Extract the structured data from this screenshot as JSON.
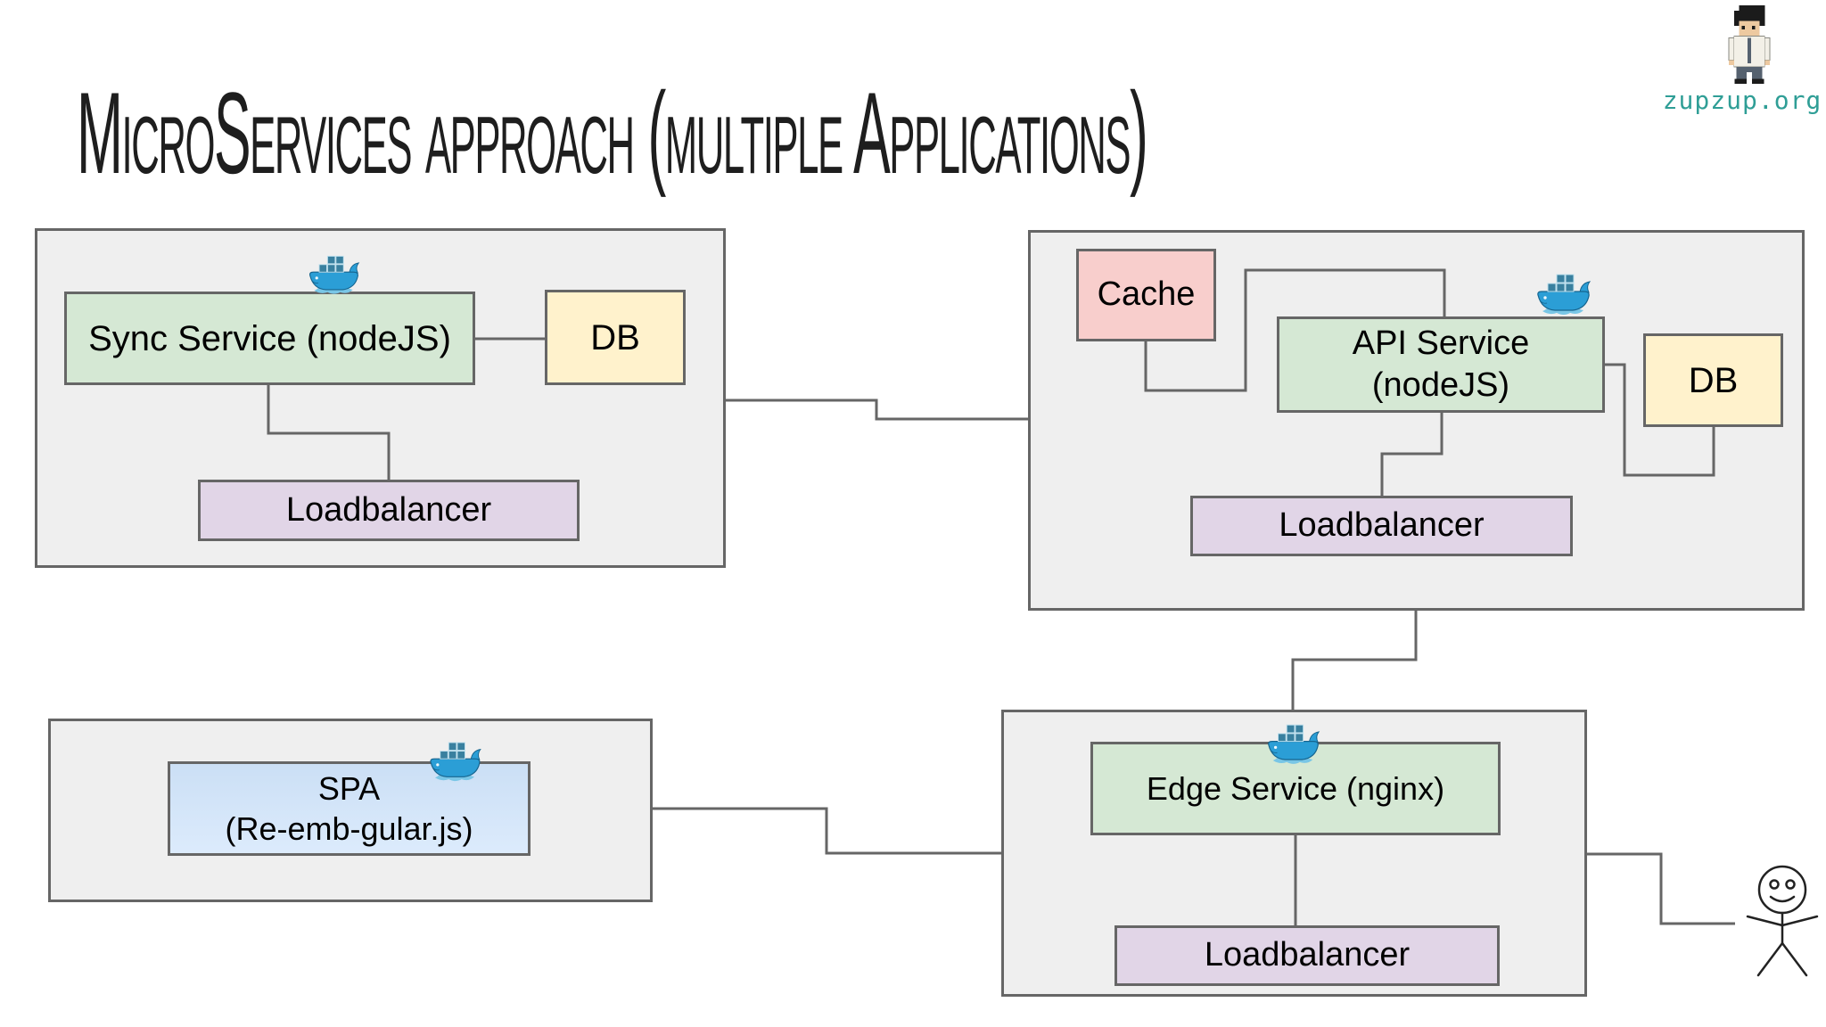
{
  "title": "MicroServices approach (multiple Applications)",
  "brand": {
    "site_label": "zupzup.org"
  },
  "diagram": {
    "sync_app": {
      "service_label": "Sync Service (nodeJS)",
      "db_label": "DB",
      "loadbalancer_label": "Loadbalancer"
    },
    "api_app": {
      "cache_label": "Cache",
      "service_label_line1": "API Service",
      "service_label_line2": "(nodeJS)",
      "db_label": "DB",
      "loadbalancer_label": "Loadbalancer"
    },
    "spa_app": {
      "service_label_line1": "SPA",
      "service_label_line2": "(Re-emb-gular.js)"
    },
    "edge_app": {
      "service_label": "Edge Service (nginx)",
      "loadbalancer_label": "Loadbalancer"
    }
  },
  "icons": {
    "docker": "docker-whale-icon",
    "user": "stick-figure-user-icon",
    "avatar": "pixel-avatar-icon"
  },
  "colors": {
    "service_green": "#d5e8d4",
    "db_yellow": "#fff2cc",
    "loadbalancer_purple": "#e1d5e7",
    "cache_pink": "#f8cecc",
    "spa_blue": "#dae8fc",
    "container_gray": "#efefef",
    "line_gray": "#666666",
    "brand_teal": "#2f9e96",
    "docker_blue": "#2b9ed6"
  }
}
